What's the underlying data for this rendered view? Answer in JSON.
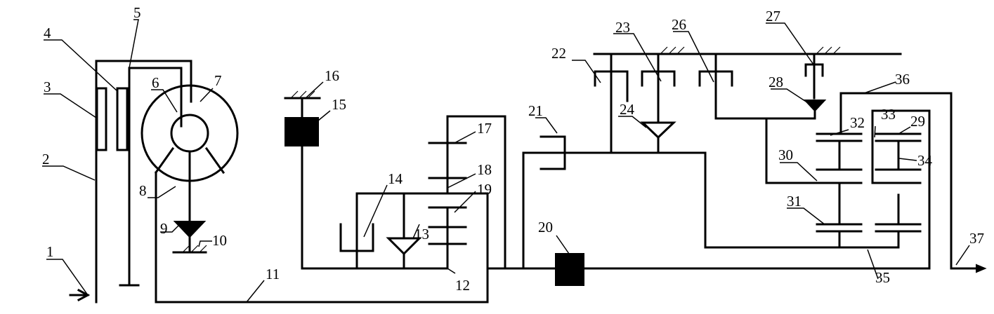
{
  "labels": {
    "l1": "1",
    "l2": "2",
    "l3": "3",
    "l4": "4",
    "l5": "5",
    "l6": "6",
    "l7": "7",
    "l8": "8",
    "l9": "9",
    "l10": "10",
    "l11": "11",
    "l12": "12",
    "l13": "13",
    "l14": "14",
    "l15": "15",
    "l16": "16",
    "l17": "17",
    "l18": "18",
    "l19": "19",
    "l20": "20",
    "l21": "21",
    "l22": "22",
    "l23": "23",
    "l24": "24",
    "l26": "26",
    "l27": "27",
    "l28": "28",
    "l29": "29",
    "l30": "30",
    "l31": "31",
    "l32": "32",
    "l33": "33",
    "l34": "34",
    "l35": "35",
    "l36": "36",
    "l37": "37"
  },
  "colors": {
    "line": "#000000",
    "background": "#ffffff"
  }
}
